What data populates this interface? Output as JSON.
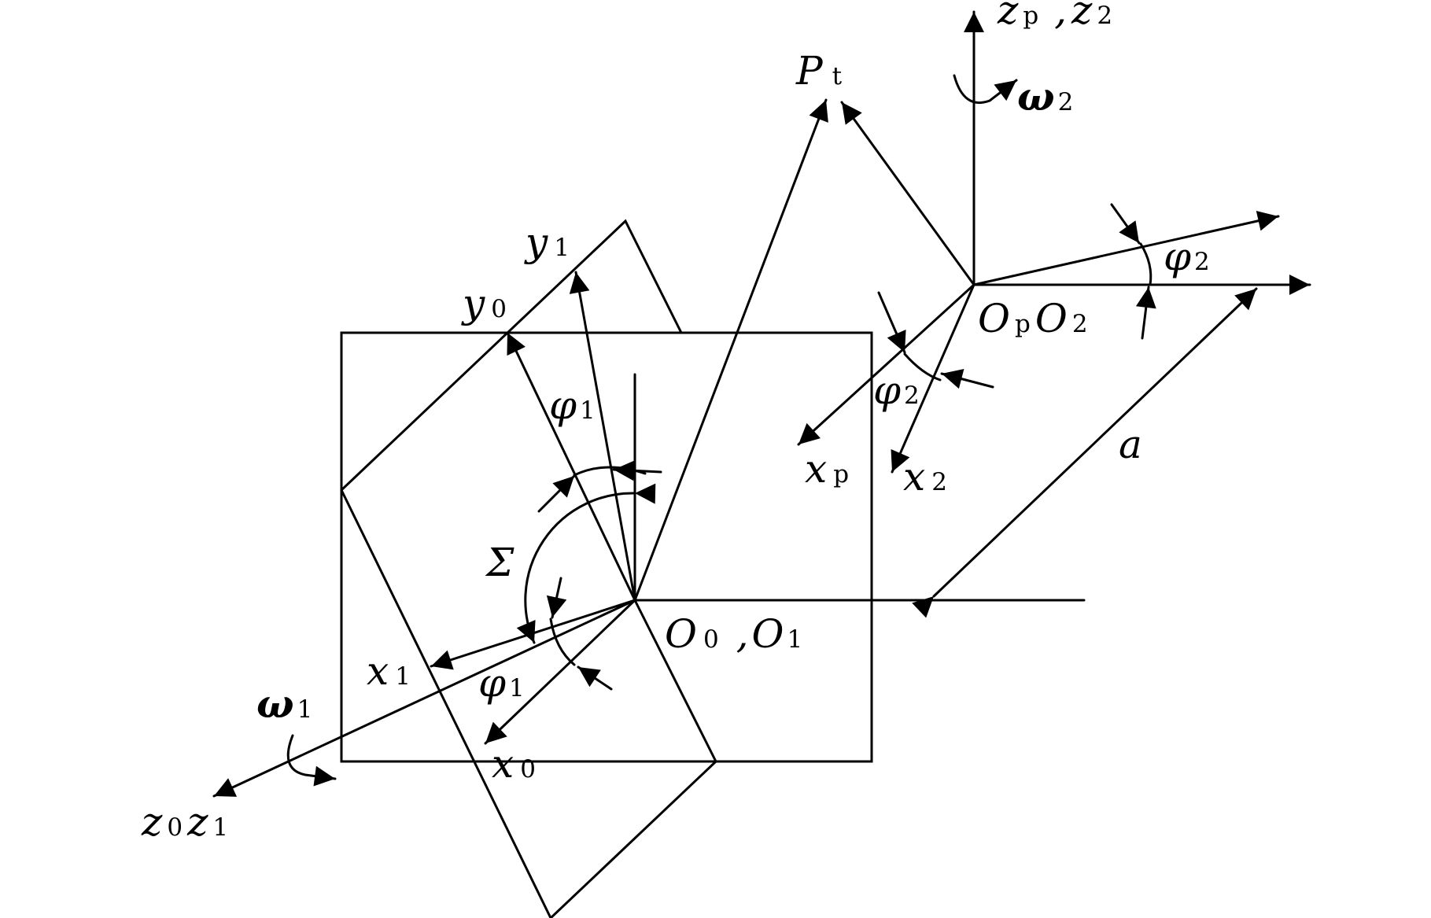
{
  "labels": {
    "zp_z2": {
      "main": "z",
      "sub": "p",
      "sep": " ,",
      "main2": "z",
      "sub2": "2"
    },
    "omega2": {
      "main": "ω",
      "sub": "2"
    },
    "Pt": {
      "main": "P",
      "sub": "t"
    },
    "y1": {
      "main": "y",
      "sub": "1"
    },
    "y0": {
      "main": "y",
      "sub": "0"
    },
    "phi2_right": {
      "main": "φ",
      "sub": "2"
    },
    "OpO2": {
      "main": "O",
      "sub": "p",
      "main2": "O",
      "sub2": "2"
    },
    "phi1_top": {
      "main": "φ",
      "sub": "1"
    },
    "phi2_mid": {
      "main": "φ",
      "sub": "2"
    },
    "a": {
      "main": "a"
    },
    "xp": {
      "main": "x",
      "sub": "p"
    },
    "x2": {
      "main": "x",
      "sub": "2"
    },
    "Sigma": {
      "main": "Σ"
    },
    "O0O1": {
      "main": "O",
      "sub": "0",
      "sep": " ,",
      "main2": "O",
      "sub2": "1"
    },
    "x1": {
      "main": "x",
      "sub": "1"
    },
    "phi1_bottom": {
      "main": "φ",
      "sub": "1"
    },
    "omega1": {
      "main": "ω",
      "sub": "1"
    },
    "x0": {
      "main": "x",
      "sub": "0"
    },
    "z0z1": {
      "main": "z",
      "sub": "0",
      "main2": "z",
      "sub2": "1"
    }
  }
}
